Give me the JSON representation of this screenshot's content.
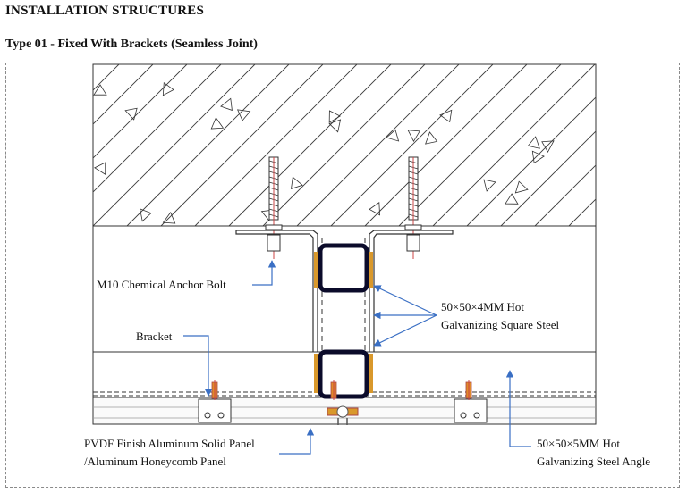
{
  "page": {
    "heading": "INSTALLATION  STRUCTURES",
    "subheading": "Type 01 - Fixed With Brackets (Seamless Joint)"
  },
  "labels": {
    "anchor_bolt": "M10 Chemical Anchor Bolt",
    "bracket": "Bracket",
    "square_steel_line1": "50×50×4MM Hot",
    "square_steel_line2": "Galvanizing Square Steel",
    "panel_line1": "PVDF Finish Aluminum Solid Panel",
    "panel_line2": "/Aluminum Honeycomb Panel",
    "angle_line1": "50×50×5MM Hot",
    "angle_line2": "Galvanizing Steel Angle"
  },
  "colors": {
    "leader": "#3a6fc4",
    "steel": "#0b0b2a",
    "weld": "#d9982b",
    "screw": "#e08a2a",
    "concrete_hatch": "#3a3a3a"
  },
  "icons": [
    "concrete-hatch",
    "aggregate-triangle",
    "anchor-bolt",
    "square-tube",
    "angle-bracket",
    "screw",
    "arrow-leader"
  ]
}
